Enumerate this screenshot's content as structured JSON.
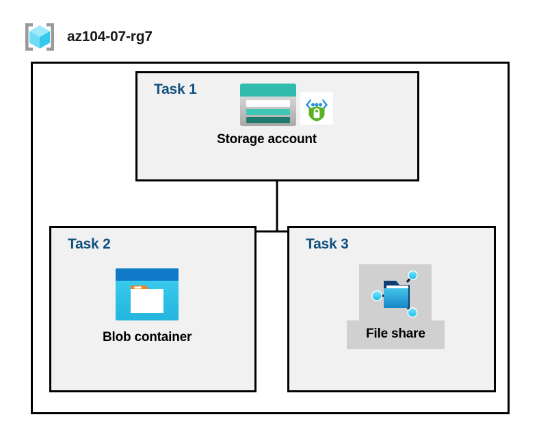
{
  "diagram": {
    "type": "azure-architecture-diagram",
    "resource_group": {
      "name": "az104-07-rg7",
      "icon": "resource-group-cube-icon"
    },
    "tasks": [
      {
        "id": "task-1",
        "label": "Task 1",
        "node_caption": "Storage account",
        "icons": [
          "storage-account-icon",
          "policy-shield-lock-icon"
        ]
      },
      {
        "id": "task-2",
        "label": "Task 2",
        "node_caption": "Blob container",
        "icons": [
          "blob-container-icon"
        ]
      },
      {
        "id": "task-3",
        "label": "Task 3",
        "node_caption": "File share",
        "icons": [
          "file-share-folder-icon"
        ],
        "selected": true
      }
    ],
    "connections": [
      {
        "from": "Storage account",
        "to": "Blob container"
      },
      {
        "from": "Storage account",
        "to": "File share"
      }
    ],
    "colors": {
      "border": "#000000",
      "task_fill": "#f1f1f1",
      "task_label": "#10507f",
      "canvas": "#ffffff",
      "selection_highlight": "#d0d0d0",
      "storage_teal": "#32bcad",
      "storage_teal_dark": "#1f7a70",
      "blob_blue": "#0f7ac8",
      "blob_cyan": "#32c8ef",
      "blob_orange": "#f28122",
      "policy_green": "#5ab324",
      "policy_blue": "#1f8fe0",
      "cube_cyan": "#5ee0f5",
      "bracket_gray": "#9a9a9a",
      "fileshare_blue": "#2aa6d8",
      "fileshare_node_cyan": "#2fd0f5"
    }
  }
}
